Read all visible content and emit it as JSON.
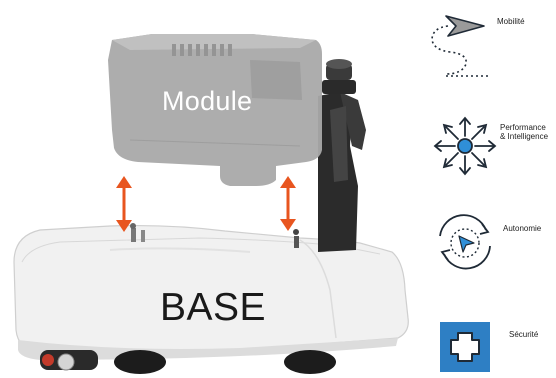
{
  "robot": {
    "module_label": "Module",
    "base_label": "BASE"
  },
  "features": [
    {
      "label": "Mobilité",
      "icon": "paper-plane-icon"
    },
    {
      "label": "Performance\n& Intelligence",
      "icon": "network-arrows-icon"
    },
    {
      "label": "Autonomie",
      "icon": "cursor-cycle-icon"
    },
    {
      "label": "Sécurité",
      "icon": "medical-cross-icon"
    }
  ],
  "colors": {
    "module_gray": "#a9a9a9",
    "arrow_orange": "#e8551f",
    "icon_dark": "#1f2a36",
    "accent_blue": "#2f8fd8",
    "security_blue": "#2e7fc4"
  }
}
